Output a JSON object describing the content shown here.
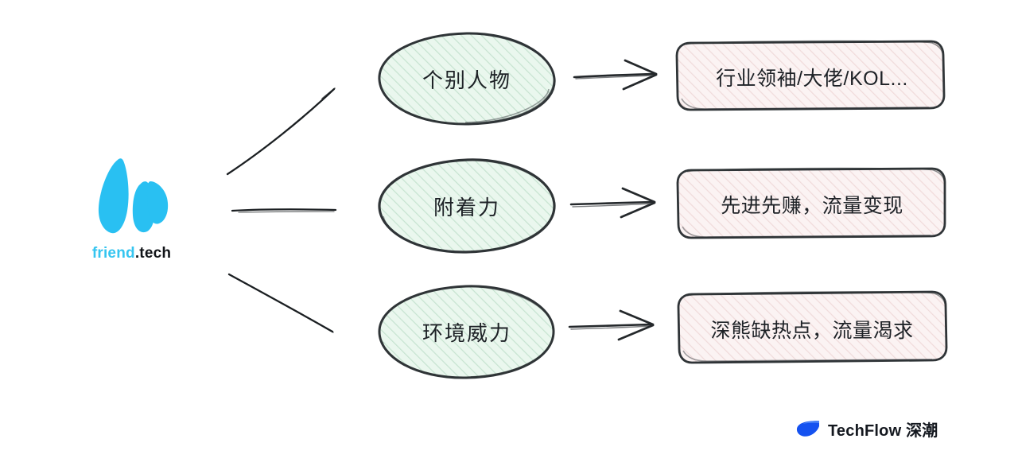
{
  "brand": {
    "name_primary": "friend",
    "name_secondary": ".tech",
    "logo_icon": "friendtech-butterfly-icon",
    "primary_color": "#35c5f0",
    "secondary_color": "#111418"
  },
  "diagram": {
    "type": "mind-map",
    "root": "friend.tech",
    "branches": [
      {
        "connector": "diagonal-up-line",
        "factor": "个别人物",
        "arrow": "arrow-right",
        "outcome": "行业领袖/大佬/KOL..."
      },
      {
        "connector": "horizontal-line",
        "factor": "附着力",
        "arrow": "arrow-right",
        "outcome": "先进先赚，流量变现"
      },
      {
        "connector": "diagonal-down-line",
        "factor": "环境威力",
        "arrow": "arrow-right",
        "outcome": "深熊缺热点，流量渴求"
      }
    ]
  },
  "style": {
    "ellipse_fill": "#e9f6ed",
    "ellipse_hatch": "#c6e3d0",
    "ellipse_stroke": "#2f3437",
    "box_fill": "#faf1f1",
    "box_hatch": "#f0d9d9",
    "box_stroke": "#2f3437",
    "connector_stroke": "#1b1f22",
    "background": "#ffffff"
  },
  "watermark": {
    "icon": "techflow-leaf-icon",
    "label": "TechFlow 深潮",
    "color": "#1552f0"
  }
}
